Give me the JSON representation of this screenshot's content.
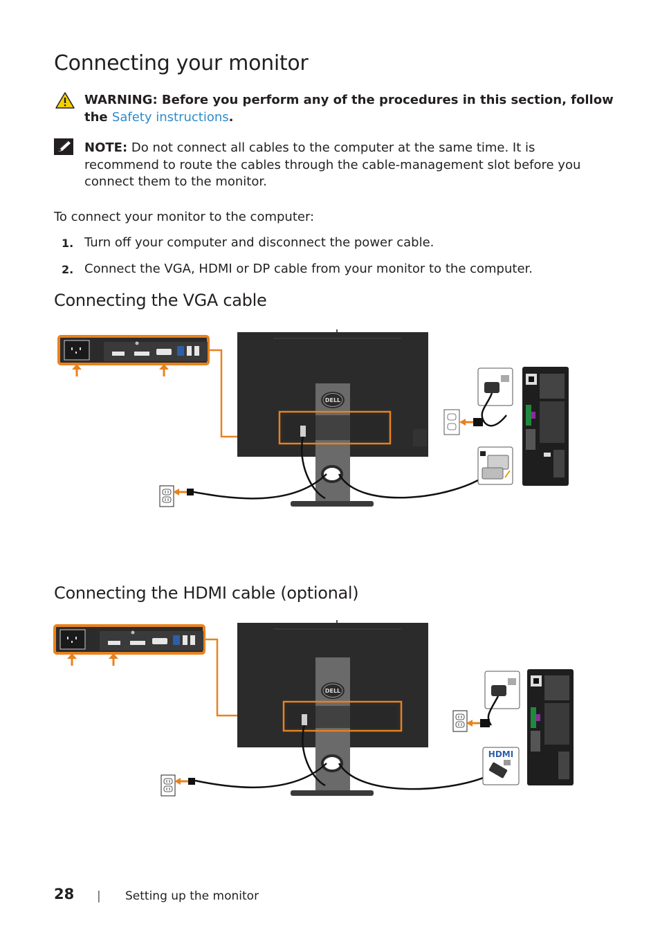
{
  "title": "Connecting your monitor",
  "warning": {
    "label": "WARNING: Before you perform any of the procedures in this section, follow",
    "the": "the",
    "link": "Safety instructions",
    "period": "."
  },
  "note": {
    "label": "NOTE:",
    "line1": "Do not connect all cables to the computer at the same time. It is",
    "line2": "recommend to route the cables through the cable-management slot before you",
    "line3": "connect them to the monitor."
  },
  "intro": "To connect your monitor to the computer:",
  "steps": [
    {
      "num": "1.",
      "text": "Turn off your computer and disconnect the power cable."
    },
    {
      "num": "2.",
      "text": "Connect the VGA, HDMI or DP cable from your monitor to the computer."
    }
  ],
  "section_vga": "Connecting the VGA cable",
  "section_hdmi": "Connecting the HDMI cable (optional)",
  "diagram": {
    "brand_logo": "DELL",
    "hdmi_logo": "HDMI"
  },
  "footer": {
    "page_number": "28",
    "separator": "|",
    "section": "Setting up the monitor"
  },
  "colors": {
    "highlight": "#e8821e",
    "monitor": "#2b2b2b",
    "stand": "#6a6a6a",
    "link": "#2e8bc9",
    "warning_icon": "#f4d000"
  }
}
